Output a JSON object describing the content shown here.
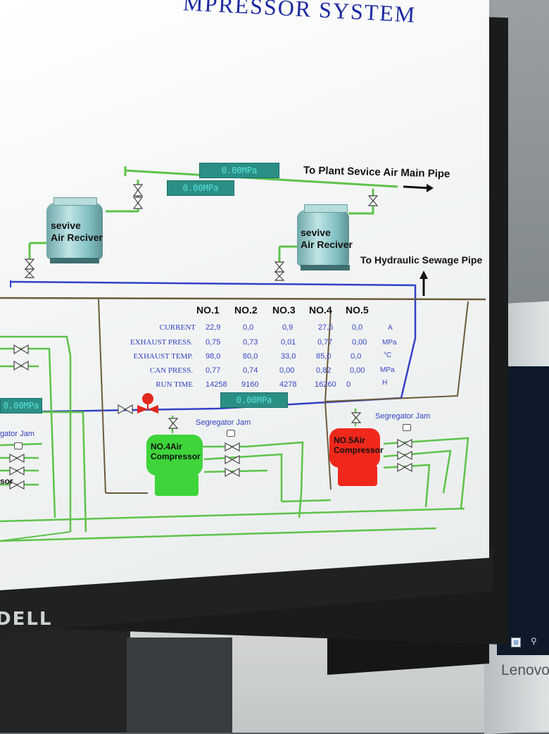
{
  "window": {
    "title": "MPRESSOR SYSTEM"
  },
  "colors": {
    "pipe_green": "#5ec24a",
    "pipe_blue": "#3340c8",
    "pipe_brown": "#6b5a3a",
    "compressor_4": "#3ed43a",
    "compressor_5": "#f0281c",
    "valve_red": "#e0281e",
    "readout_bg": "#2b8f86",
    "table_text": "#3a44c4"
  },
  "readouts": {
    "top_1": "0.00MPa",
    "top_2": "0.00MPa",
    "left": "0.00MPa",
    "center": "0.00MPa"
  },
  "labels": {
    "plant_pipe": "To Plant Sevice Air Main Pipe",
    "sewage_pipe": "To Hydraulic Sewage Pipe",
    "receiver_left_line1": "sevive",
    "receiver_left_line2": "Air Reciver",
    "receiver_right_line1": "sevive",
    "receiver_right_line2": "Air Reciver",
    "segregator_center": "Segregator Jam",
    "segregator_right": "Segregator Jam",
    "segregator_left": "gator Jam",
    "left_partial": "sor"
  },
  "table": {
    "headers": [
      "NO.1",
      "NO.2",
      "NO.3",
      "NO.4",
      "NO.5"
    ],
    "rows": [
      {
        "label": "CURRENT",
        "values": [
          "22,9",
          "0,0",
          "0,9",
          "27,5",
          "0,0"
        ],
        "unit": "A"
      },
      {
        "label": "EXHAUST PRESS.",
        "values": [
          "0,75",
          "0,73",
          "0,01",
          "0,77",
          "0,00"
        ],
        "unit": "MPa"
      },
      {
        "label": "EXHAUST TEMP.",
        "values": [
          "98,0",
          "80,0",
          "33,0",
          "85,0",
          "0,0"
        ],
        "unit": "°C"
      },
      {
        "label": "CAN PRESS.",
        "values": [
          "0,77",
          "0,74",
          "0,00",
          "0,82",
          "0,00"
        ],
        "unit": "MPa"
      },
      {
        "label": "RUN TIME",
        "values": [
          "14258",
          "9160",
          "4278",
          "16260",
          "0"
        ],
        "unit": "H"
      }
    ]
  },
  "compressors": [
    {
      "line1": "NO.4Air",
      "line2": "Compressor"
    },
    {
      "line1": "NO.5Air",
      "line2": "Compressor"
    }
  ],
  "hardware": {
    "monitor_brand": "DELL",
    "laptop_brand": "Lenovo"
  },
  "icons": [
    "valve-icon",
    "motor-valve-icon",
    "arrow-right-icon",
    "arrow-up-icon",
    "windows-start-icon",
    "search-icon"
  ]
}
